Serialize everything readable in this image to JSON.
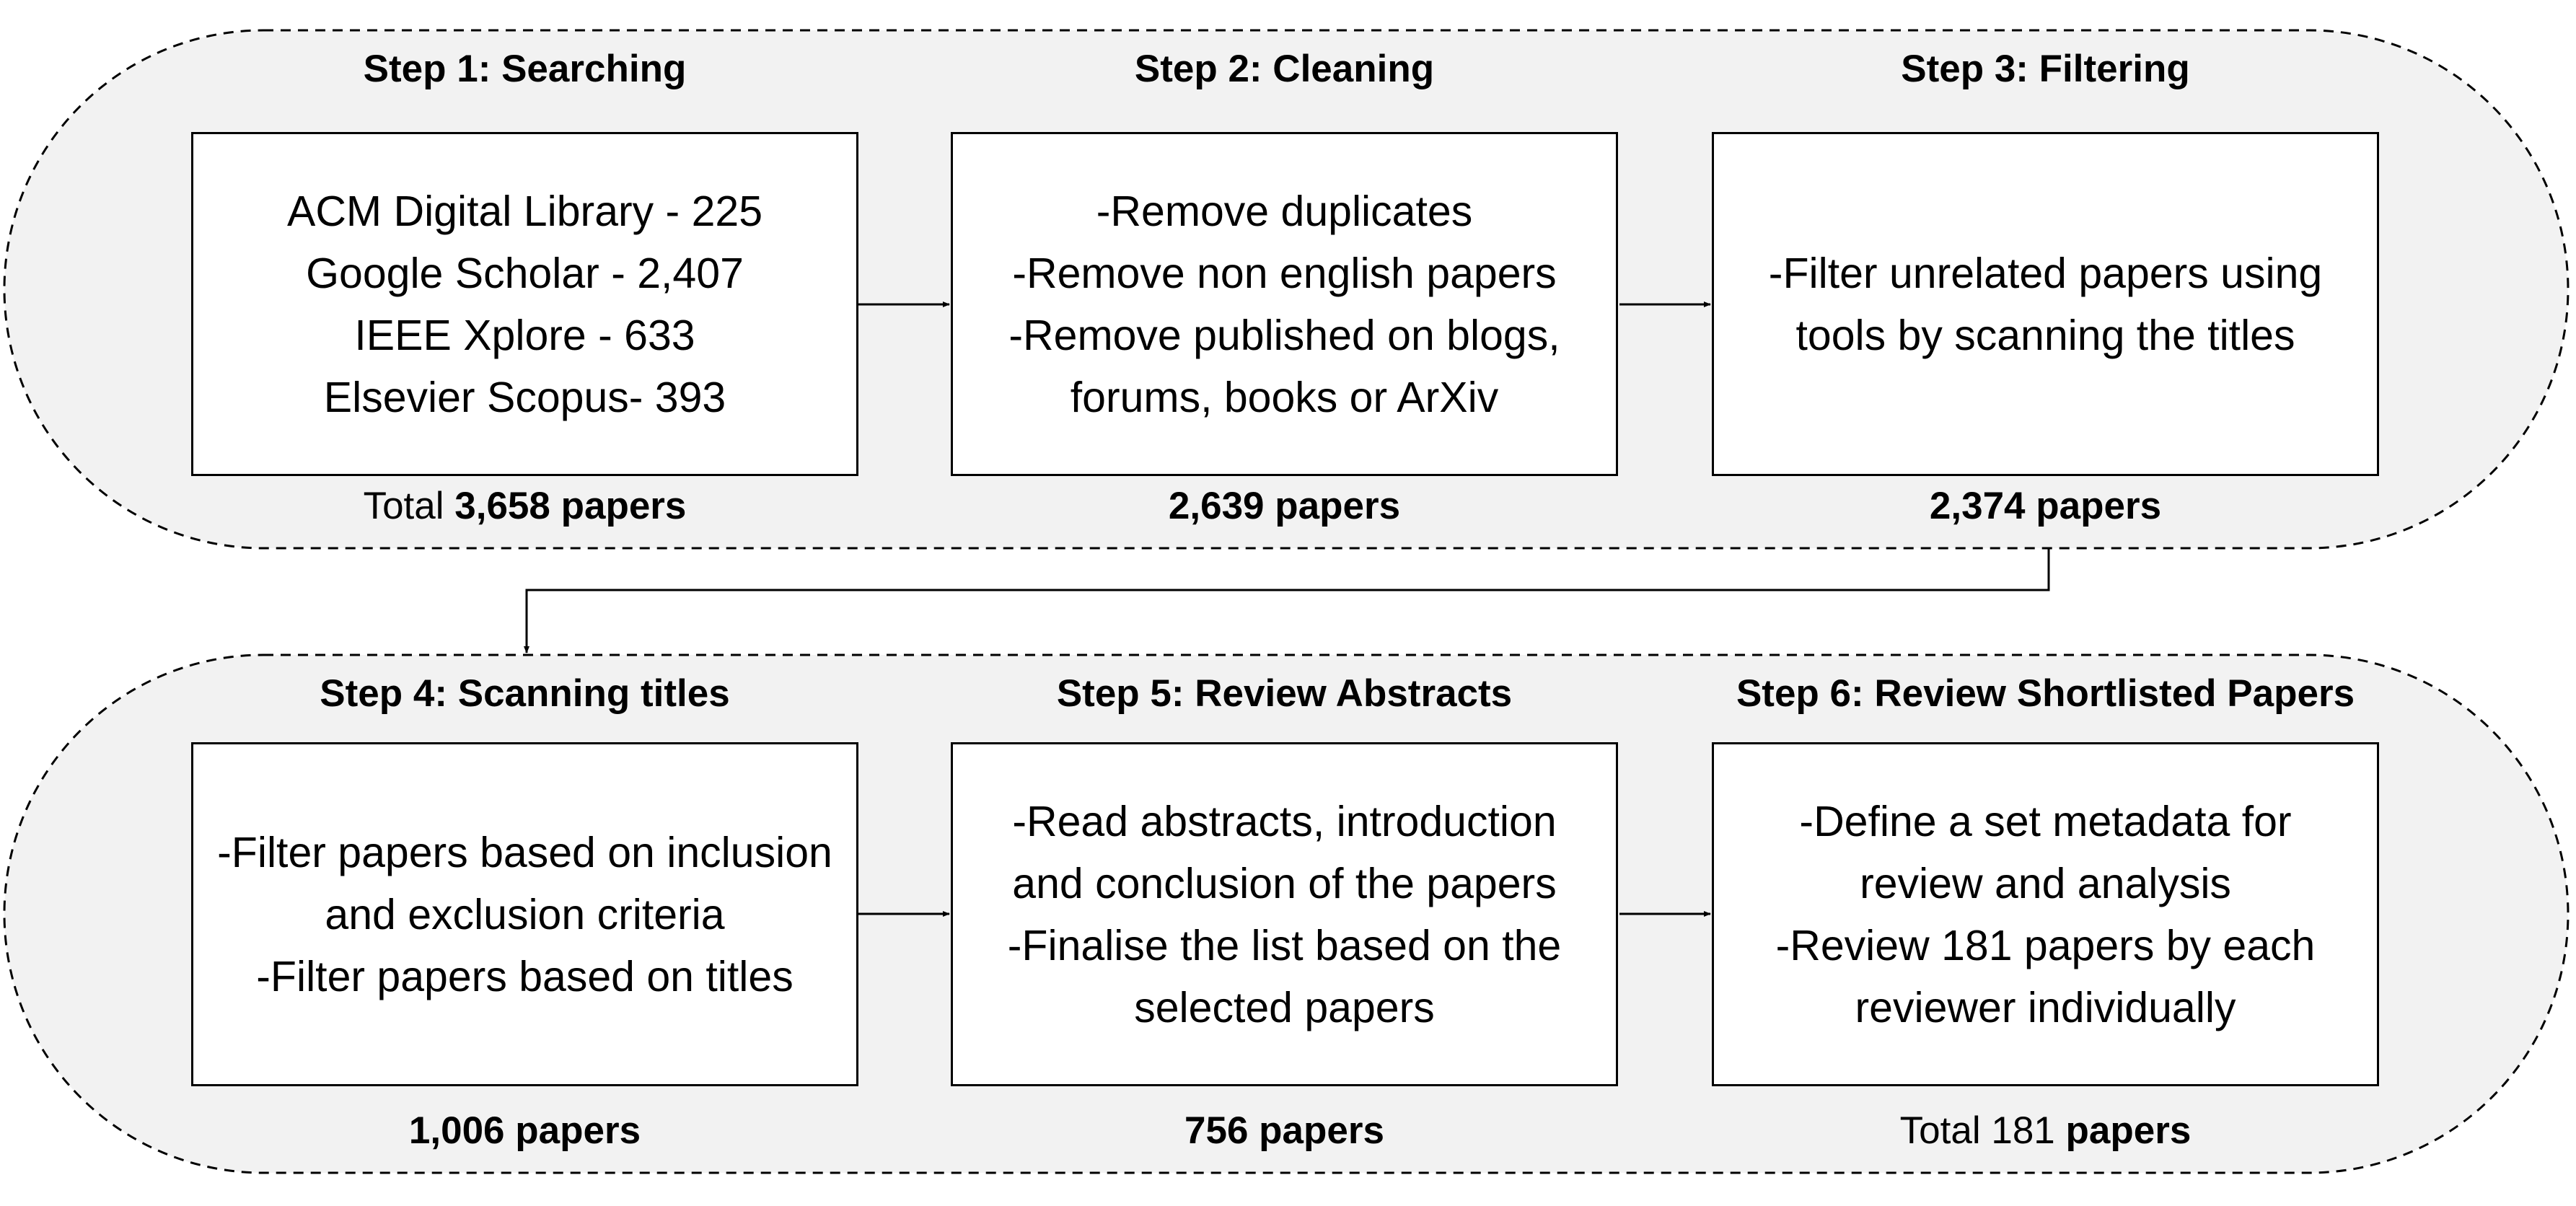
{
  "rows": [
    {
      "steps": [
        {
          "title": "Step 1: Searching",
          "lines": [
            "ACM Digital Library - 225",
            "Google Scholar - 2,407",
            "IEEE Xplore - 633",
            "Elsevier Scopus- 393"
          ],
          "count_prefix": "Total ",
          "count_value": "3,658 papers"
        },
        {
          "title": "Step 2: Cleaning",
          "lines": [
            "-Remove duplicates",
            "-Remove non english papers",
            "-Remove published on blogs,",
            "forums, books or ArXiv"
          ],
          "count_prefix": "",
          "count_value": "2,639 papers"
        },
        {
          "title": "Step 3: Filtering",
          "lines": [
            "-Filter unrelated papers using",
            "tools by scanning the titles"
          ],
          "count_prefix": "",
          "count_value": "2,374  papers"
        }
      ]
    },
    {
      "steps": [
        {
          "title": "Step 4: Scanning titles",
          "lines": [
            "-Filter papers based on inclusion",
            "and exclusion criteria",
            "-Filter papers based on titles"
          ],
          "count_prefix": "",
          "count_value": "1,006 papers"
        },
        {
          "title": "Step 5: Review Abstracts",
          "lines": [
            "-Read abstracts, introduction",
            "and conclusion of the papers",
            "-Finalise the list based on the",
            "selected papers"
          ],
          "count_prefix": "",
          "count_value": "756 papers"
        },
        {
          "title": "Step 6: Review Shortlisted Papers",
          "lines": [
            "-Define a set metadata for",
            "review and analysis",
            "-Review 181 papers by each",
            "reviewer individually"
          ],
          "count_prefix": "Total 181 ",
          "count_value": "papers"
        }
      ]
    }
  ],
  "colors": {
    "band_fill": "#f2f2f2",
    "stroke": "#000000",
    "box_fill": "#ffffff"
  }
}
